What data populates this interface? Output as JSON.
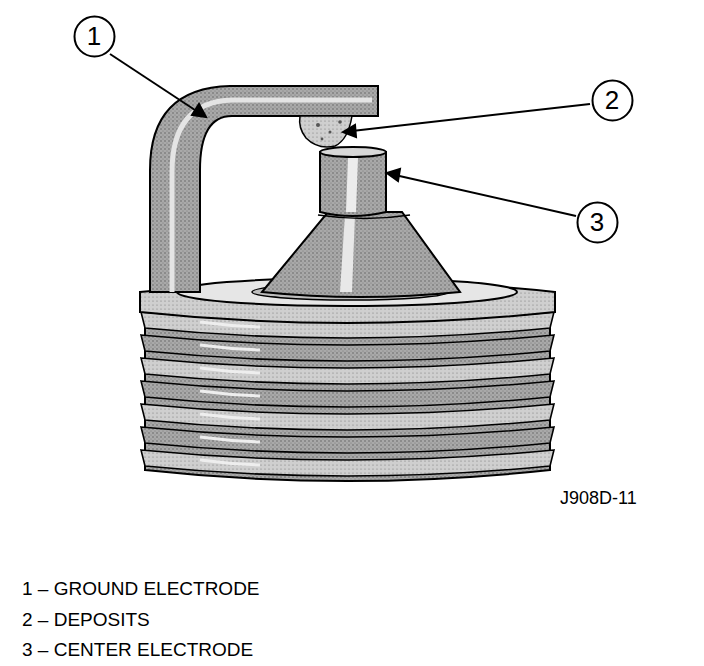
{
  "diagram": {
    "nodes": [
      {
        "text": [
          "1"
        ]
      },
      {
        "text": [
          "2"
        ]
      },
      {
        "text": [
          "3"
        ]
      }
    ],
    "labels": [
      "J908D-11",
      "1 – GROUND ELECTRODE",
      "2 – DEPOSITS",
      "3 – CENTER ELECTRODE"
    ]
  }
}
